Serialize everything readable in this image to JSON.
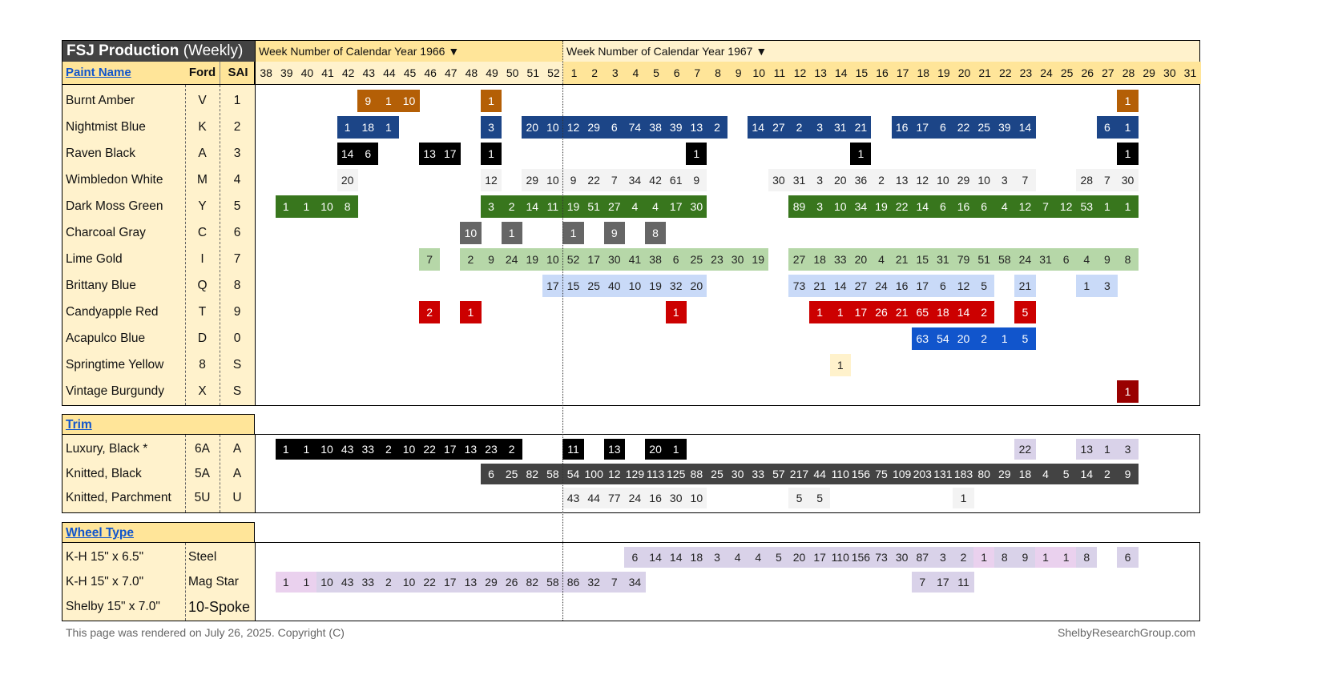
{
  "title": {
    "main": "FSJ Production",
    "sub": "(Weekly)"
  },
  "header": {
    "year1966_label": "Week Number of Calendar Year 1966 ▼",
    "year1967_label": "Week Number of Calendar Year 1967 ▼",
    "weeks_1966": [
      38,
      39,
      40,
      41,
      42,
      43,
      44,
      45,
      46,
      47,
      48,
      49,
      50,
      51,
      52
    ],
    "weeks_1967": [
      1,
      2,
      3,
      4,
      5,
      6,
      7,
      8,
      9,
      10,
      11,
      12,
      13,
      14,
      15,
      16,
      17,
      18,
      19,
      20,
      21,
      22,
      23,
      24,
      25,
      26,
      27,
      28,
      29,
      30,
      31
    ]
  },
  "colors": {
    "header_dark": "#ffe599",
    "header_light": "#fff2cc",
    "title_bg": "#434343",
    "link": "#1155cc",
    "lavender": "#d9d2e9",
    "pink": "#ead1ee"
  },
  "paint": {
    "heading": "Paint Name",
    "col_ford": "Ford",
    "col_sai": "SAI",
    "rows": [
      {
        "name": "Burnt Amber",
        "ford": "V",
        "sai": "1",
        "bg": "#b45f06",
        "fg": "#fff",
        "segments": [
          {
            "year": 1966,
            "week": 43,
            "values": [
              9,
              1,
              10
            ]
          },
          {
            "year": 1966,
            "week": 49,
            "values": [
              1
            ]
          },
          {
            "year": 1967,
            "week": 28,
            "values": [
              1
            ]
          }
        ]
      },
      {
        "name": "Nightmist Blue",
        "ford": "K",
        "sai": "2",
        "bg": "#1c4587",
        "fg": "#fff",
        "segments": [
          {
            "year": 1966,
            "week": 42,
            "values": [
              1,
              18,
              1
            ]
          },
          {
            "year": 1966,
            "week": 49,
            "values": [
              3
            ]
          },
          {
            "year": 1966,
            "week": 51,
            "values": [
              20,
              10
            ]
          },
          {
            "year": 1967,
            "week": 1,
            "values": [
              12,
              29,
              6,
              74,
              38,
              39,
              13,
              2
            ]
          },
          {
            "year": 1967,
            "week": 10,
            "values": [
              14,
              27,
              2,
              3,
              31,
              21
            ]
          },
          {
            "year": 1967,
            "week": 17,
            "values": [
              16,
              17,
              6,
              22,
              25,
              39,
              14
            ]
          },
          {
            "year": 1967,
            "week": 27,
            "values": [
              6,
              1
            ]
          }
        ]
      },
      {
        "name": "Raven Black",
        "ford": "A",
        "sai": "3",
        "bg": "#000000",
        "fg": "#fff",
        "segments": [
          {
            "year": 1966,
            "week": 42,
            "values": [
              14,
              6
            ]
          },
          {
            "year": 1966,
            "week": 46,
            "values": [
              13,
              17
            ]
          },
          {
            "year": 1966,
            "week": 49,
            "values": [
              1
            ]
          },
          {
            "year": 1967,
            "week": 7,
            "values": [
              1
            ]
          },
          {
            "year": 1967,
            "week": 15,
            "values": [
              1
            ]
          },
          {
            "year": 1967,
            "week": 28,
            "values": [
              1
            ]
          }
        ]
      },
      {
        "name": "Wimbledon White",
        "ford": "M",
        "sai": "4",
        "bg": "#f3f3f3",
        "fg": "#222",
        "segments": [
          {
            "year": 1966,
            "week": 42,
            "values": [
              20
            ]
          },
          {
            "year": 1966,
            "week": 49,
            "values": [
              12
            ]
          },
          {
            "year": 1966,
            "week": 51,
            "values": [
              29,
              10
            ]
          },
          {
            "year": 1967,
            "week": 1,
            "values": [
              9,
              22,
              7,
              34,
              42,
              61,
              9
            ]
          },
          {
            "year": 1967,
            "week": 11,
            "values": [
              30,
              31,
              3,
              20,
              36,
              2,
              13,
              12,
              10,
              29,
              10,
              3,
              7
            ]
          },
          {
            "year": 1967,
            "week": 26,
            "values": [
              28,
              7,
              30
            ]
          }
        ]
      },
      {
        "name": "Dark Moss Green",
        "ford": "Y",
        "sai": "5",
        "bg": "#38761d",
        "fg": "#fff",
        "segments": [
          {
            "year": 1966,
            "week": 39,
            "values": [
              1,
              1,
              10,
              8
            ]
          },
          {
            "year": 1966,
            "week": 49,
            "values": [
              3,
              2,
              14,
              11
            ]
          },
          {
            "year": 1967,
            "week": 1,
            "values": [
              19,
              51,
              27,
              4,
              4,
              17,
              30
            ]
          },
          {
            "year": 1967,
            "week": 12,
            "values": [
              89,
              3,
              10,
              34,
              19,
              22,
              14,
              6,
              16,
              6,
              4,
              12,
              7,
              12,
              53,
              1,
              1
            ]
          }
        ]
      },
      {
        "name": "Charcoal Gray",
        "ford": "C",
        "sai": "6",
        "bg": "#666666",
        "fg": "#fff",
        "segments": [
          {
            "year": 1966,
            "week": 48,
            "values": [
              10
            ]
          },
          {
            "year": 1966,
            "week": 50,
            "values": [
              1
            ]
          },
          {
            "year": 1967,
            "week": 1,
            "values": [
              1
            ]
          },
          {
            "year": 1967,
            "week": 3,
            "values": [
              9
            ]
          },
          {
            "year": 1967,
            "week": 5,
            "values": [
              8
            ]
          }
        ]
      },
      {
        "name": "Lime Gold",
        "ford": "I",
        "sai": "7",
        "bg": "#b6d7a8",
        "fg": "#222",
        "segments": [
          {
            "year": 1966,
            "week": 46,
            "values": [
              7
            ]
          },
          {
            "year": 1966,
            "week": 48,
            "values": [
              2,
              9,
              24,
              19,
              10
            ]
          },
          {
            "year": 1967,
            "week": 1,
            "values": [
              52,
              17,
              30,
              41,
              38,
              6,
              25,
              23,
              30,
              19
            ]
          },
          {
            "year": 1967,
            "week": 12,
            "values": [
              27,
              18,
              33,
              20,
              4,
              21,
              15,
              31,
              79,
              51,
              58,
              24,
              31,
              6,
              4,
              9,
              8
            ]
          }
        ]
      },
      {
        "name": "Brittany Blue",
        "ford": "Q",
        "sai": "8",
        "bg": "#c9daf8",
        "fg": "#222",
        "segments": [
          {
            "year": 1966,
            "week": 52,
            "values": [
              17
            ]
          },
          {
            "year": 1967,
            "week": 1,
            "values": [
              15,
              25,
              40,
              10,
              19,
              32,
              20
            ]
          },
          {
            "year": 1967,
            "week": 12,
            "values": [
              73,
              21,
              14,
              27,
              24,
              16,
              17,
              6,
              12,
              5
            ]
          },
          {
            "year": 1967,
            "week": 23,
            "values": [
              21
            ]
          },
          {
            "year": 1967,
            "week": 26,
            "values": [
              1,
              3
            ]
          }
        ]
      },
      {
        "name": "Candyapple Red",
        "ford": "T",
        "sai": "9",
        "bg": "#cc0000",
        "fg": "#fff",
        "segments": [
          {
            "year": 1966,
            "week": 46,
            "values": [
              2
            ]
          },
          {
            "year": 1966,
            "week": 48,
            "values": [
              1
            ]
          },
          {
            "year": 1967,
            "week": 6,
            "values": [
              1
            ]
          },
          {
            "year": 1967,
            "week": 13,
            "values": [
              1,
              1,
              17,
              26,
              21,
              65,
              18,
              14,
              2
            ]
          },
          {
            "year": 1967,
            "week": 23,
            "values": [
              5
            ]
          }
        ]
      },
      {
        "name": "Acapulco Blue",
        "ford": "D",
        "sai": "0",
        "bg": "#1155cc",
        "fg": "#fff",
        "segments": [
          {
            "year": 1967,
            "week": 18,
            "values": [
              63,
              54,
              20,
              2,
              1,
              5
            ]
          }
        ]
      },
      {
        "name": "Springtime Yellow",
        "ford": "8",
        "sai": "S",
        "bg": "#fff2cc",
        "fg": "#222",
        "segments": [
          {
            "year": 1967,
            "week": 14,
            "values": [
              1
            ]
          }
        ]
      },
      {
        "name": "Vintage Burgundy",
        "ford": "X",
        "sai": "S",
        "bg": "#990000",
        "fg": "#fff",
        "segments": [
          {
            "year": 1967,
            "week": 28,
            "values": [
              1
            ]
          }
        ]
      }
    ]
  },
  "trim": {
    "heading": "Trim",
    "rows": [
      {
        "name": "Luxury, Black *",
        "ford": "6A",
        "sai": "A",
        "bg": "#000000",
        "fg": "#fff",
        "segments": [
          {
            "year": 1966,
            "week": 39,
            "values": [
              1,
              1,
              10,
              43,
              33,
              2,
              10,
              22,
              17,
              13,
              23,
              2
            ]
          },
          {
            "year": 1967,
            "week": 1,
            "values": [
              11
            ]
          },
          {
            "year": 1967,
            "week": 3,
            "values": [
              13
            ]
          },
          {
            "year": 1967,
            "week": 5,
            "values": [
              20,
              1
            ]
          },
          {
            "year": 1967,
            "week": 23,
            "values": [
              22
            ],
            "bg": "#d9d2e9",
            "fg": "#222"
          },
          {
            "year": 1967,
            "week": 26,
            "values": [
              13,
              1,
              3
            ],
            "bg": "#d9d2e9",
            "fg": "#222"
          }
        ]
      },
      {
        "name": "Knitted, Black",
        "ford": "5A",
        "sai": "A",
        "bg": "#434343",
        "fg": "#fff",
        "segments": [
          {
            "year": 1966,
            "week": 49,
            "values": [
              6,
              25,
              82,
              58
            ]
          },
          {
            "year": 1967,
            "week": 1,
            "values": [
              54,
              100,
              12,
              129,
              113,
              125,
              88,
              25,
              30,
              33,
              57,
              217,
              44,
              110,
              156,
              75,
              109,
              203,
              131,
              183,
              80,
              29,
              18,
              4,
              5,
              14,
              2,
              9
            ]
          }
        ]
      },
      {
        "name": "Knitted, Parchment",
        "ford": "5U",
        "sai": "U",
        "bg": "#f3f3f3",
        "fg": "#222",
        "segments": [
          {
            "year": 1967,
            "week": 1,
            "values": [
              43,
              44,
              77,
              24,
              16,
              30,
              10
            ]
          },
          {
            "year": 1967,
            "week": 12,
            "values": [
              5,
              5
            ]
          },
          {
            "year": 1967,
            "week": 20,
            "values": [
              1
            ]
          }
        ]
      }
    ]
  },
  "wheel": {
    "heading": "Wheel Type",
    "rows": [
      {
        "name": "K-H 15\" x 6.5\"",
        "type": "Steel",
        "bg": "#d9d2e9",
        "fg": "#222",
        "segments": [
          {
            "year": 1967,
            "week": 4,
            "values": [
              6,
              14,
              14,
              18,
              3,
              4,
              4,
              5,
              20,
              17,
              110,
              156,
              73,
              30,
              87,
              3,
              2
            ]
          },
          {
            "year": 1967,
            "week": 21,
            "values": [
              1
            ],
            "bg": "#ead1ee"
          },
          {
            "year": 1967,
            "week": 22,
            "values": [
              8,
              9
            ]
          },
          {
            "year": 1967,
            "week": 24,
            "values": [
              1,
              1
            ],
            "bg": "#ead1ee"
          },
          {
            "year": 1967,
            "week": 26,
            "values": [
              8
            ]
          },
          {
            "year": 1967,
            "week": 28,
            "values": [
              6
            ]
          }
        ]
      },
      {
        "name": "K-H 15\" x 7.0\"",
        "type": "Mag Star",
        "bg": "#d9d2e9",
        "fg": "#222",
        "segments": [
          {
            "year": 1966,
            "week": 39,
            "values": [
              1,
              1
            ],
            "bg": "#ead1ee"
          },
          {
            "year": 1966,
            "week": 41,
            "values": [
              10,
              43,
              33,
              2,
              10,
              22,
              17,
              13,
              29,
              26,
              82,
              58
            ]
          },
          {
            "year": 1967,
            "week": 1,
            "values": [
              86,
              32,
              7,
              34
            ]
          },
          {
            "year": 1967,
            "week": 18,
            "values": [
              7,
              17,
              11
            ]
          }
        ]
      },
      {
        "name": "Shelby 15\" x 7.0\"",
        "type": "10-Spoke",
        "bg": "#d9d2e9",
        "fg": "#222",
        "segments": []
      }
    ]
  },
  "footer": {
    "left": "This page was rendered on July 26, 2025. Copyright (C)",
    "right": "ShelbyResearchGroup.com"
  }
}
